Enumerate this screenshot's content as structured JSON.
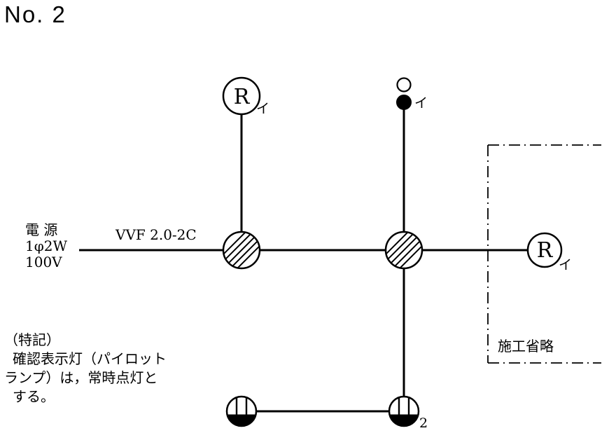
{
  "title": "No. 2",
  "source": {
    "line1": "電 源",
    "line2": "1φ2W",
    "line3": "100V"
  },
  "cable_label": "VVF 2.0-2C",
  "labels": {
    "lamp_top": "R",
    "lamp_top_sub": "イ",
    "lamp_right": "R",
    "lamp_right_sub": "イ",
    "pilot_switch_sub": "イ",
    "outlet_count": "2",
    "omitted": "施工省略"
  },
  "notes": {
    "heading": "（特記）",
    "line1": "確認表示灯（パイロット",
    "line2": "ランプ）は，常時点灯と",
    "line3": "する。"
  }
}
